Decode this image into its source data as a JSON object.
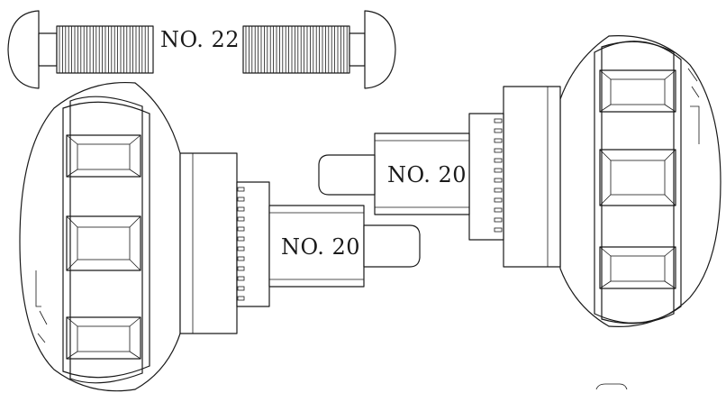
{
  "labels": {
    "screw": "NO. 22",
    "left_part": "NO. 20",
    "right_part": "NO. 20"
  }
}
